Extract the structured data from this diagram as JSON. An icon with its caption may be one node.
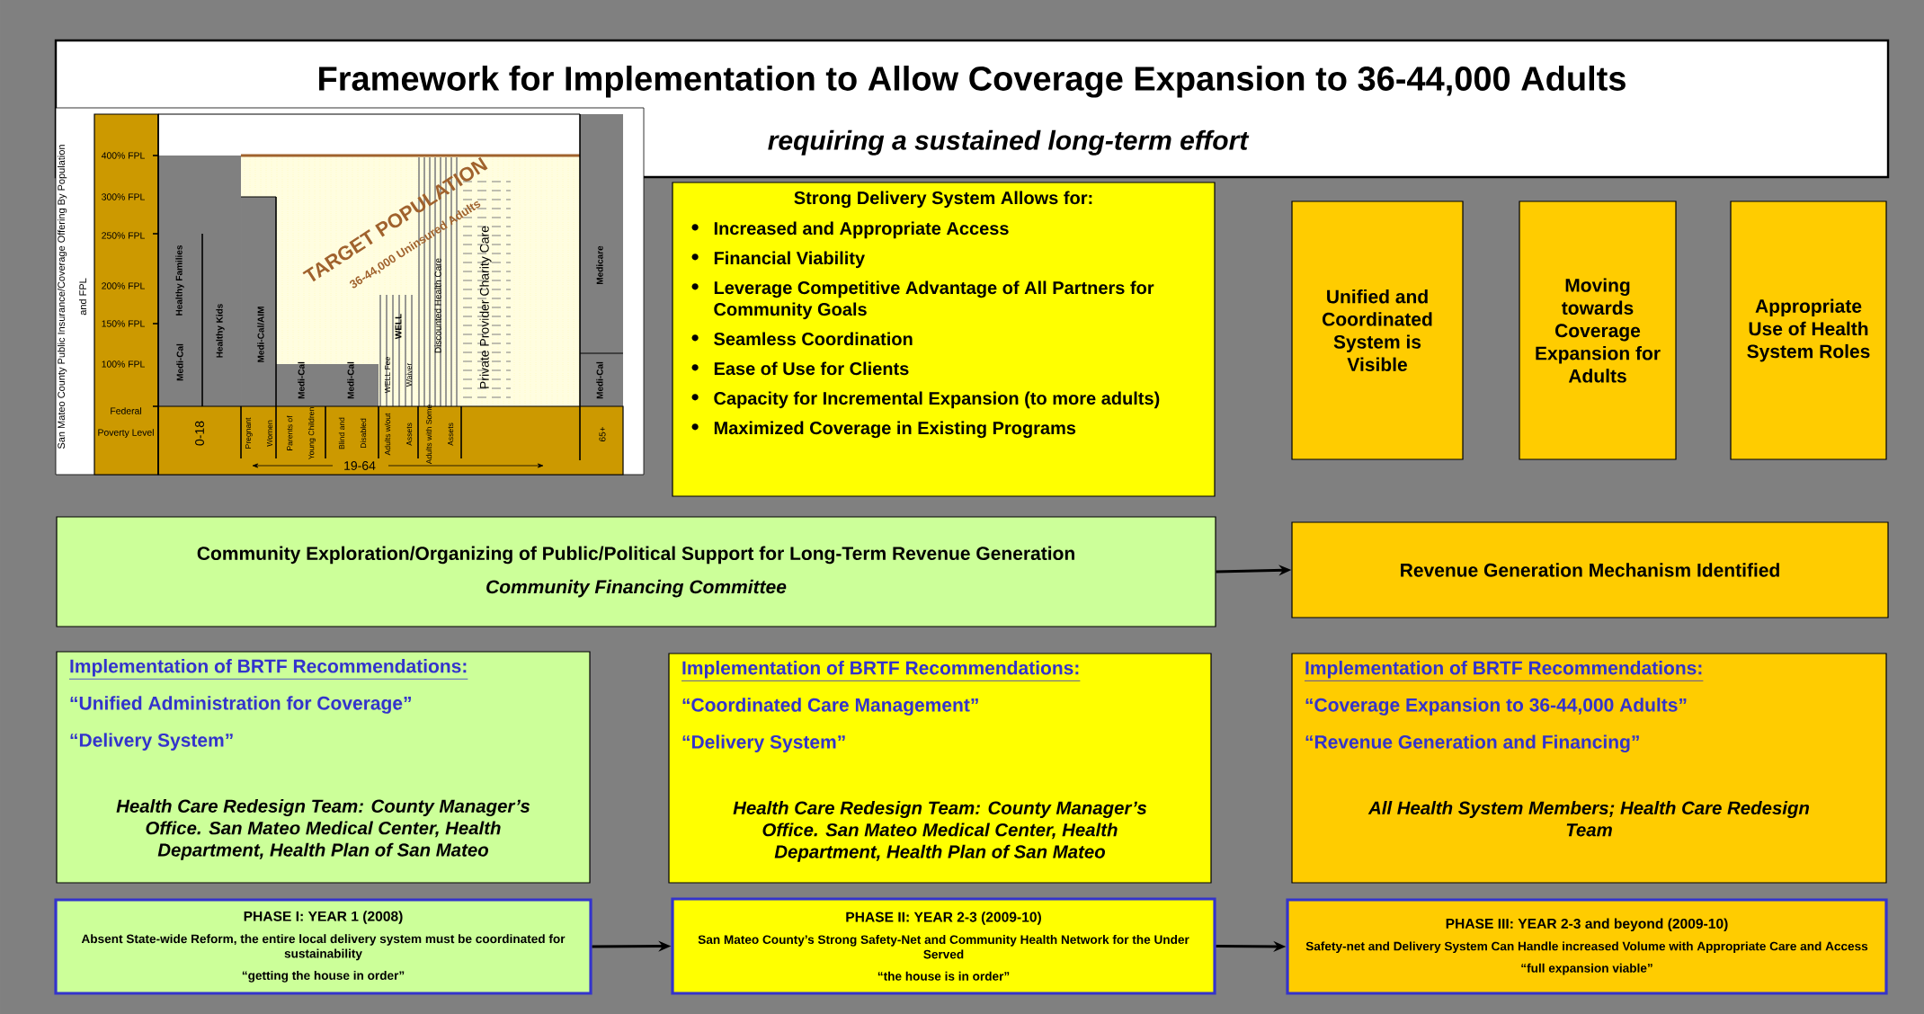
{
  "diagram": {
    "nodes": [
      {
        "text": [
          "Framework for Implementation to Allow Coverage Expansion to 36-44,000 Adults",
          "requiring a sustained long-term effort"
        ]
      },
      {
        "text": [
          "Strong Delivery System Allows for:",
          "Increased and Appropriate Access",
          "Financial Viability",
          "Leverage Competitive Advantage of All Partners for Community Goals",
          "Seamless Coordination",
          "Ease of Use for Clients",
          "Capacity for Incremental Expansion (to more adults)",
          "Maximized Coverage in Existing Programs"
        ]
      },
      {
        "text": [
          "Unified and Coordinated System is Visible"
        ]
      },
      {
        "text": [
          "Moving towards Coverage Expansion for Adults"
        ]
      },
      {
        "text": [
          "Appropriate Use of Health System Roles"
        ]
      },
      {
        "text": [
          "Community Exploration/Organizing of Public/Political Support for Long-Term Revenue Generation",
          "Community Financing Committee"
        ]
      },
      {
        "text": [
          "Revenue Generation Mechanism Identified"
        ]
      },
      {
        "text": [
          "Implementation of BRTF Recommendations:",
          "“Unified Administration for Coverage”",
          "“Delivery System”",
          "Health Care Redesign Team: County Manager’s Office. San Mateo Medical Center, Health Department, Health Plan of San Mateo"
        ]
      },
      {
        "text": [
          "Implementation of BRTF Recommendations:",
          "“Coordinated Care Management”",
          "“Delivery System”",
          "Health Care Redesign Team: County Manager’s Office. San Mateo Medical Center, Health Department, Health Plan of San Mateo"
        ]
      },
      {
        "text": [
          "Implementation of BRTF Recommendations:",
          "“Coverage Expansion to 36-44,000 Adults”",
          "“Revenue Generation and Financing”",
          "All Health System Members; Health Care Redesign Team"
        ]
      },
      {
        "text": [
          "PHASE I: YEAR 1 (2008)",
          "Absent State-wide Reform, the entire local delivery system must be coordinated for sustainability",
          "“getting the house in order”"
        ]
      },
      {
        "text": [
          "PHASE II: YEAR 2-3 (2009-10)",
          "San Mateo County’s Strong Safety-Net and Community Health Network for the Under Served",
          "“the house is in order”"
        ]
      },
      {
        "text": [
          "PHASE III: YEAR 2-3 and beyond (2009-10)",
          "Safety-net and Delivery System Can Handle increased Volume with Appropriate Care and Access",
          "“full expansion viable”"
        ]
      }
    ],
    "edges": [
      {
        "from": 5,
        "to": 6,
        "arrow": "to"
      },
      {
        "from": 10,
        "to": 11,
        "arrow": "to"
      },
      {
        "from": 11,
        "to": 12,
        "arrow": "to"
      }
    ],
    "labels": [
      "San Mateo County Public Insurance/Coverage Offering By Population and FPL",
      "400% FPL",
      "300% FPL",
      "250% FPL",
      "200% FPL",
      "150% FPL",
      "100% FPL",
      "Healthy Families",
      "Medi-Cal",
      "Healthy Kids",
      "Medi-Cal/AIM",
      "Medi-Cal",
      "Medi-Cal",
      "WELL Fee Waiver",
      "WELL",
      "TARGET POPULATION",
      "36-44,000 Uninsured Adults",
      "Discounted Health Care",
      "Private Provider Charity Care",
      "Medicare",
      "Medi-Cal",
      "Federal Poverty Level",
      "0-18",
      "Pregnant Women",
      "Parents of Young Children",
      "Blind and Disabled",
      "Adults w/out Assets",
      "Adults with Some Assets",
      "65+",
      "19-64"
    ]
  }
}
